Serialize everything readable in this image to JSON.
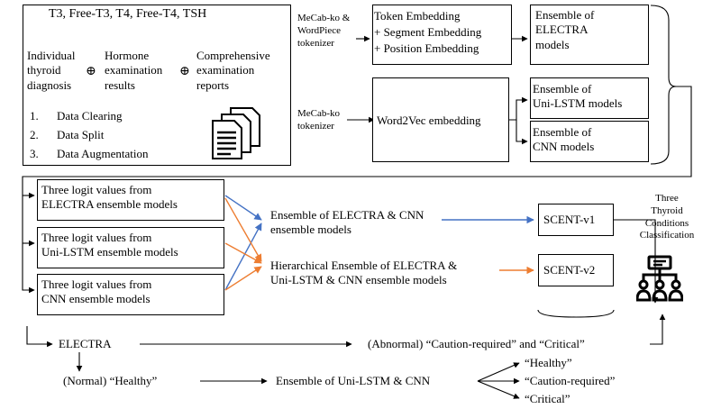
{
  "hormones": "T3, Free-T3, T4, Free-T4, TSH",
  "inputs": {
    "diagnosis": "Individual\nthyroid\ndiagnosis",
    "hormone_results": "Hormone\nexamination\nresults",
    "reports": "Comprehensive\nexamination\nreports",
    "plus": "⊕"
  },
  "preprocessing": [
    "Data Clearing",
    "Data Split",
    "Data Augmentation"
  ],
  "preprocessing_numbers": [
    "1.",
    "2.",
    "3."
  ],
  "tokenizers": {
    "wordpiece": "MeCab-ko &\nWordPiece\ntokenizer",
    "mecab": "MeCab-ko\ntokenizer"
  },
  "embeddings": {
    "electra": "Token Embedding\n+ Segment Embedding\n+ Position Embedding",
    "word2vec": "Word2Vec embedding"
  },
  "ensembles": {
    "electra": "Ensemble of\nELECTRA\nmodels",
    "lstm": "Ensemble of\nUni-LSTM models",
    "cnn": "Ensemble of\nCNN models"
  },
  "logits": {
    "electra": "Three logit values from\nELECTRA ensemble models",
    "lstm": "Three logit values from\nUni-LSTM ensemble models",
    "cnn": "Three logit values from\nCNN ensemble models"
  },
  "combos": {
    "v1": "Ensemble of ELECTRA & CNN\nensemble models",
    "v2": "Hierarchical Ensemble of ELECTRA &\nUni-LSTM & CNN ensemble models"
  },
  "scent": {
    "v1": "SCENT-v1",
    "v2": "SCENT-v2"
  },
  "output_title": "Three\nThyroid\nConditions\nClassification",
  "hierarchy": {
    "electra": "ELECTRA",
    "abnormal": "(Abnormal) “Caution-required” and “Critical”",
    "normal": "(Normal) “Healthy”",
    "ensemble": "Ensemble of Uni-LSTM & CNN",
    "classes": [
      "“Healthy”",
      "“Caution-required”",
      "“Critical”"
    ]
  },
  "colors": {
    "v1_arrow": "#4472c4",
    "v2_arrow": "#ed7d31",
    "line": "#000000"
  },
  "icons": [
    "document-stack-icon",
    "people-network-icon"
  ]
}
